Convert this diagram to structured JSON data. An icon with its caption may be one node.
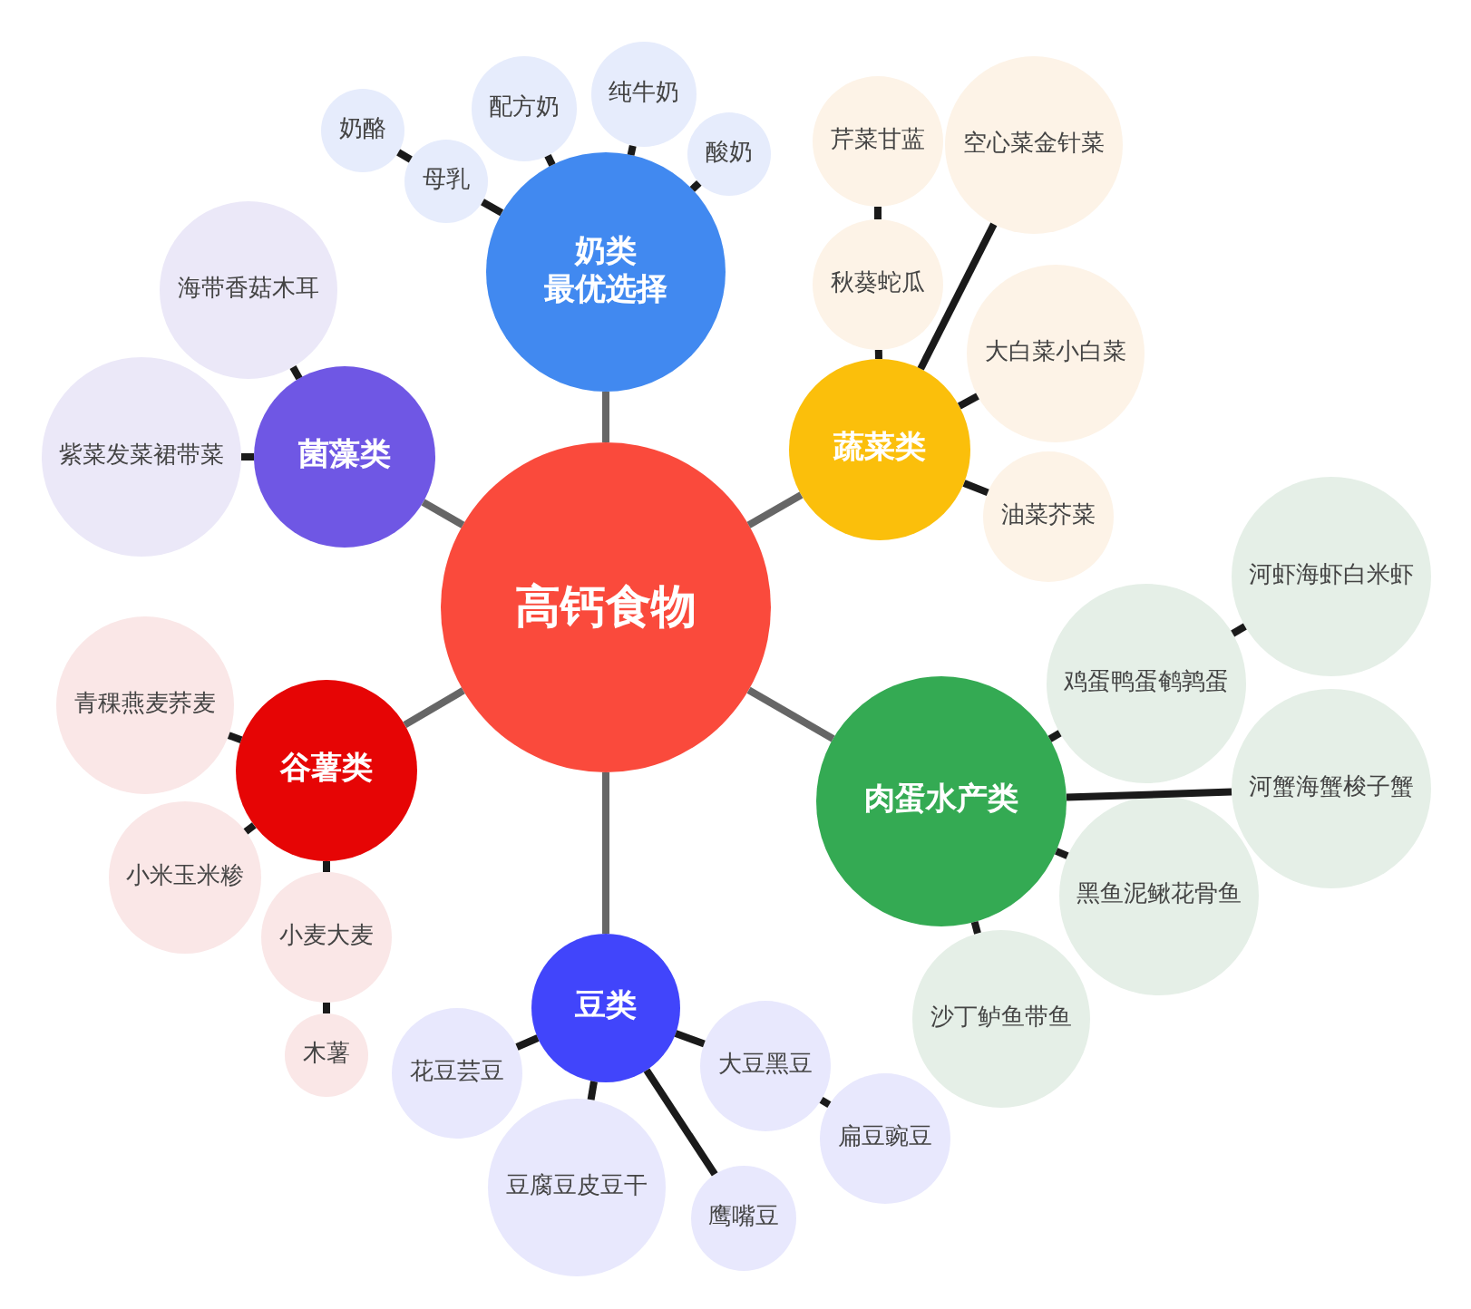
{
  "diagram": {
    "nodes": [
      {
        "text": [
          "高钙食物"
        ]
      },
      {
        "text": [
          "奶类",
          "最优选择"
        ]
      },
      {
        "text": [
          "母乳"
        ]
      },
      {
        "text": [
          "奶酪"
        ]
      },
      {
        "text": [
          "配方奶"
        ]
      },
      {
        "text": [
          "纯牛奶"
        ]
      },
      {
        "text": [
          "酸奶"
        ]
      },
      {
        "text": [
          "蔬菜类"
        ]
      },
      {
        "text": [
          "秋葵蛇瓜"
        ]
      },
      {
        "text": [
          "芹菜甘蓝"
        ]
      },
      {
        "text": [
          "空心菜金针菜"
        ]
      },
      {
        "text": [
          "大白菜小白菜"
        ]
      },
      {
        "text": [
          "油菜芥菜"
        ]
      },
      {
        "text": [
          "肉蛋水产类"
        ]
      },
      {
        "text": [
          "鸡蛋鸭蛋鹌鹑蛋"
        ]
      },
      {
        "text": [
          "河虾海虾白米虾"
        ]
      },
      {
        "text": [
          "河蟹海蟹梭子蟹"
        ]
      },
      {
        "text": [
          "黑鱼泥鳅花骨鱼"
        ]
      },
      {
        "text": [
          "沙丁鲈鱼带鱼"
        ]
      },
      {
        "text": [
          "豆类"
        ]
      },
      {
        "text": [
          "花豆芸豆"
        ]
      },
      {
        "text": [
          "豆腐豆皮豆干"
        ]
      },
      {
        "text": [
          "大豆黑豆"
        ]
      },
      {
        "text": [
          "扁豆豌豆"
        ]
      },
      {
        "text": [
          "鹰嘴豆"
        ]
      },
      {
        "text": [
          "谷薯类"
        ]
      },
      {
        "text": [
          "青稞燕麦荞麦"
        ]
      },
      {
        "text": [
          "小米玉米糁"
        ]
      },
      {
        "text": [
          "小麦大麦"
        ]
      },
      {
        "text": [
          "木薯"
        ]
      },
      {
        "text": [
          "菌藻类"
        ]
      },
      {
        "text": [
          "海带香菇木耳"
        ]
      },
      {
        "text": [
          "紫菜发菜裙带菜"
        ]
      }
    ],
    "edges": [
      {
        "from": 0,
        "to": 1,
        "arrow": "none",
        "color": "#666666"
      },
      {
        "from": 1,
        "to": 2,
        "arrow": "none"
      },
      {
        "from": 2,
        "to": 3,
        "arrow": "none"
      },
      {
        "from": 1,
        "to": 4,
        "arrow": "none"
      },
      {
        "from": 1,
        "to": 5,
        "arrow": "none"
      },
      {
        "from": 1,
        "to": 6,
        "arrow": "none"
      },
      {
        "from": 0,
        "to": 7,
        "arrow": "none",
        "color": "#666666"
      },
      {
        "from": 7,
        "to": 8,
        "arrow": "none"
      },
      {
        "from": 8,
        "to": 9,
        "arrow": "none"
      },
      {
        "from": 7,
        "to": 10,
        "arrow": "none"
      },
      {
        "from": 7,
        "to": 11,
        "arrow": "none"
      },
      {
        "from": 7,
        "to": 12,
        "arrow": "none"
      },
      {
        "from": 0,
        "to": 13,
        "arrow": "none",
        "color": "#666666"
      },
      {
        "from": 13,
        "to": 14,
        "arrow": "none"
      },
      {
        "from": 14,
        "to": 15,
        "arrow": "none"
      },
      {
        "from": 13,
        "to": 16,
        "arrow": "none"
      },
      {
        "from": 13,
        "to": 17,
        "arrow": "none"
      },
      {
        "from": 13,
        "to": 18,
        "arrow": "none"
      },
      {
        "from": 0,
        "to": 19,
        "arrow": "none",
        "color": "#666666"
      },
      {
        "from": 19,
        "to": 20,
        "arrow": "none"
      },
      {
        "from": 19,
        "to": 21,
        "arrow": "none"
      },
      {
        "from": 19,
        "to": 22,
        "arrow": "none"
      },
      {
        "from": 22,
        "to": 23,
        "arrow": "none"
      },
      {
        "from": 19,
        "to": 24,
        "arrow": "none"
      },
      {
        "from": 0,
        "to": 25,
        "arrow": "none",
        "color": "#666666"
      },
      {
        "from": 25,
        "to": 26,
        "arrow": "none"
      },
      {
        "from": 25,
        "to": 27,
        "arrow": "none"
      },
      {
        "from": 25,
        "to": 28,
        "arrow": "none"
      },
      {
        "from": 28,
        "to": 29,
        "arrow": "none"
      },
      {
        "from": 0,
        "to": 30,
        "arrow": "none",
        "color": "#666666"
      },
      {
        "from": 30,
        "to": 31,
        "arrow": "none"
      },
      {
        "from": 30,
        "to": 32,
        "arrow": "none"
      }
    ]
  }
}
